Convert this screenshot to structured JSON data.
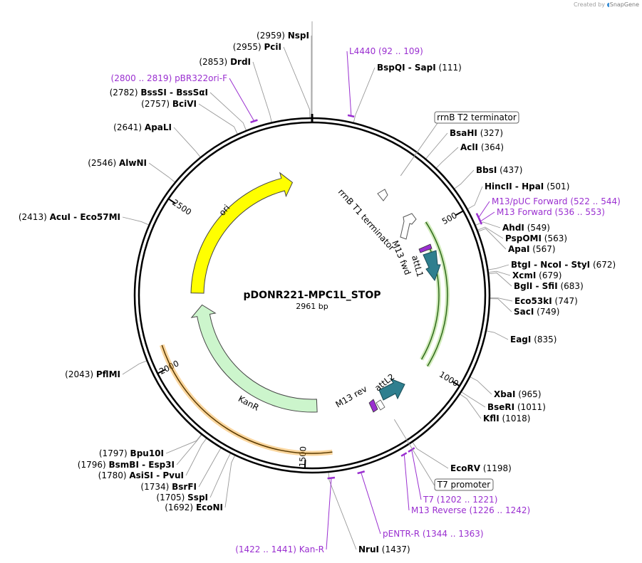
{
  "plasmid": {
    "name": "pDONR221-MPC1L_STOP",
    "length_label": "2961 bp",
    "length": 2961
  },
  "credit": {
    "prefix": "Created by",
    "brand": "SnapGene"
  },
  "ticks": [
    {
      "pos": 500,
      "label": "500"
    },
    {
      "pos": 1000,
      "label": "1000"
    },
    {
      "pos": 1500,
      "label": "1500"
    },
    {
      "pos": 2000,
      "label": "2000"
    },
    {
      "pos": 2500,
      "label": "2500"
    }
  ],
  "sites": [
    {
      "pos": 2959,
      "text": "NspI",
      "num": "(2959)",
      "side": "left"
    },
    {
      "pos": 2955,
      "text": "PciI",
      "num": "(2955)",
      "side": "left"
    },
    {
      "pos": 2853,
      "text": "DrdI",
      "num": "(2853)",
      "side": "left"
    },
    {
      "pos": 2782,
      "text": "BssSI  -  BssSαI",
      "num": "(2782)",
      "side": "left"
    },
    {
      "pos": 2757,
      "text": "BciVI",
      "num": "(2757)",
      "side": "left"
    },
    {
      "pos": 2641,
      "text": "ApaLI",
      "num": "(2641)",
      "side": "left"
    },
    {
      "pos": 2546,
      "text": "AlwNI",
      "num": "(2546)",
      "side": "left"
    },
    {
      "pos": 2413,
      "text": "AcuI  -  Eco57MI",
      "num": "(2413)",
      "side": "left"
    },
    {
      "pos": 2043,
      "text": "PflMI",
      "num": "(2043)",
      "side": "left"
    },
    {
      "pos": 1797,
      "text": "Bpu10I",
      "num": "(1797)",
      "side": "left"
    },
    {
      "pos": 1796,
      "text": "BsmBI  -  Esp3I",
      "num": "(1796)",
      "side": "left"
    },
    {
      "pos": 1780,
      "text": "AsiSI  -  PvuI",
      "num": "(1780)",
      "side": "left"
    },
    {
      "pos": 1734,
      "text": "BsrFI",
      "num": "(1734)",
      "side": "left"
    },
    {
      "pos": 1705,
      "text": "SspI",
      "num": "(1705)",
      "side": "left"
    },
    {
      "pos": 1692,
      "text": "EcoNI",
      "num": "(1692)",
      "side": "left"
    },
    {
      "pos": 1437,
      "text": "NruI",
      "num": "(1437)",
      "side": "right"
    },
    {
      "pos": 111,
      "text": "BspQI  -  SapI",
      "num": "(111)",
      "side": "right"
    },
    {
      "pos": 327,
      "text": "BsaHI",
      "num": "(327)",
      "side": "right"
    },
    {
      "pos": 364,
      "text": "AclI",
      "num": "(364)",
      "side": "right"
    },
    {
      "pos": 437,
      "text": "BbsI",
      "num": "(437)",
      "side": "right"
    },
    {
      "pos": 501,
      "text": "HincII  -  HpaI",
      "num": "(501)",
      "side": "right"
    },
    {
      "pos": 549,
      "text": "AhdI",
      "num": "(549)",
      "side": "right"
    },
    {
      "pos": 563,
      "text": "PspOMI",
      "num": "(563)",
      "side": "right"
    },
    {
      "pos": 567,
      "text": "ApaI",
      "num": "(567)",
      "side": "right"
    },
    {
      "pos": 672,
      "text": "BtgI  -  NcoI  -  StyI",
      "num": "(672)",
      "side": "right"
    },
    {
      "pos": 679,
      "text": "XcmI",
      "num": "(679)",
      "side": "right"
    },
    {
      "pos": 683,
      "text": "BglI  -  SfiI",
      "num": "(683)",
      "side": "right"
    },
    {
      "pos": 747,
      "text": "Eco53kI",
      "num": "(747)",
      "side": "right"
    },
    {
      "pos": 749,
      "text": "SacI",
      "num": "(749)",
      "side": "right"
    },
    {
      "pos": 835,
      "text": "EagI",
      "num": "(835)",
      "side": "right"
    },
    {
      "pos": 965,
      "text": "XbaI",
      "num": "(965)",
      "side": "right"
    },
    {
      "pos": 1011,
      "text": "BseRI",
      "num": "(1011)",
      "side": "right"
    },
    {
      "pos": 1018,
      "text": "KflI",
      "num": "(1018)",
      "side": "right"
    },
    {
      "pos": 1198,
      "text": "EcoRV",
      "num": "(1198)",
      "side": "right"
    }
  ],
  "primers": [
    {
      "start": 92,
      "end": 109,
      "text": "L4440",
      "range": "(92 .. 109)",
      "side": "right"
    },
    {
      "start": 2800,
      "end": 2819,
      "text": "pBR322ori-F",
      "range": "(2800 .. 2819)",
      "side": "left"
    },
    {
      "start": 522,
      "end": 544,
      "text": "M13/pUC Forward",
      "range": "(522 .. 544)",
      "side": "right"
    },
    {
      "start": 536,
      "end": 553,
      "text": "M13 Forward",
      "range": "(536 .. 553)",
      "side": "right"
    },
    {
      "start": 1202,
      "end": 1221,
      "text": "T7",
      "range": "(1202 .. 1221)",
      "side": "right"
    },
    {
      "start": 1226,
      "end": 1242,
      "text": "M13 Reverse",
      "range": "(1226 .. 1242)",
      "side": "right"
    },
    {
      "start": 1344,
      "end": 1363,
      "text": "pENTR-R",
      "range": "(1344 .. 1363)",
      "side": "right"
    },
    {
      "start": 1422,
      "end": 1441,
      "text": "Kan-R",
      "range": "(1422 .. 1441)",
      "side": "left"
    }
  ],
  "boxed_features": [
    {
      "pos": 300,
      "text": "rrnB T2 terminator"
    },
    {
      "pos": 1205,
      "text": "T7 promoter"
    }
  ],
  "features": {
    "ori": {
      "label": "ori",
      "color": "#ffff00"
    },
    "kanr": {
      "label": "KanR",
      "color": "#ccf5cc"
    },
    "attL1": {
      "label": "attL1",
      "color": "#2f7f8f"
    },
    "attL2": {
      "label": "attL2",
      "color": "#2f7f8f"
    },
    "m13fwd": {
      "label": "M13 fwd",
      "color": "#a020f0"
    },
    "m13rev": {
      "label": "M13 rev"
    },
    "rrnbT1": {
      "label": "rrnB T1 terminator"
    },
    "insert_color": "#7cc63c",
    "orange_color": "#f3a428"
  }
}
